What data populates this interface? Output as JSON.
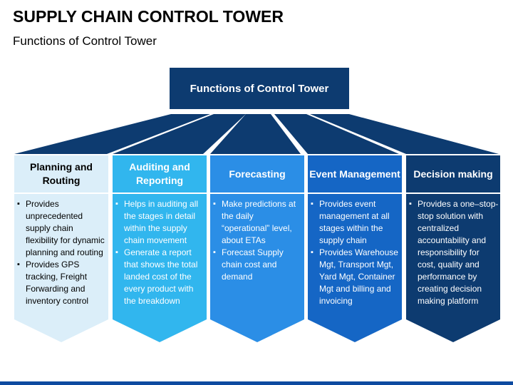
{
  "title": "SUPPLY CHAIN CONTROL TOWER",
  "subtitle": "Functions of Control Tower",
  "center": "Functions of Control Tower",
  "columns": [
    {
      "heading": "Planning and Routing",
      "head_color": "#dbeef9",
      "body_color": "#dbeef9",
      "text": "dark",
      "items": [
        "Provides unprecedented supply chain flexibility for dynamic planning and routing",
        "Provides GPS tracking, Freight Forwarding and inventory control"
      ]
    },
    {
      "heading": "Auditing and Reporting",
      "head_color": "#31b6ee",
      "body_color": "#31b6ee",
      "text": "light",
      "items": [
        "Helps in auditing all the stages in detail within the supply chain movement",
        "Generate a report that shows the total landed cost of the every product with the breakdown"
      ]
    },
    {
      "heading": "Forecasting",
      "head_color": "#2b8ee6",
      "body_color": "#2b8ee6",
      "text": "light",
      "items": [
        "Make predictions at the daily “operational” level, about ETAs",
        "Forecast Supply chain cost and demand"
      ]
    },
    {
      "heading": "Event Management",
      "head_color": "#1566c5",
      "body_color": "#1566c5",
      "text": "light",
      "items": [
        "Provides event management at all stages within the supply chain",
        "Provides Warehouse Mgt, Transport Mgt, Yard Mgt, Container Mgt and billing and invoicing"
      ]
    },
    {
      "heading": "Decision making",
      "head_color": "#0d3b70",
      "body_color": "#0d3b70",
      "text": "light",
      "items": [
        "Provides a one–stop-stop solution with centralized accountability and responsibility for cost, quality and performance by creating decision making platform"
      ]
    }
  ],
  "colors": {
    "dark_navy": "#0d3b70",
    "bottom_bar": "#0d4aa0"
  }
}
